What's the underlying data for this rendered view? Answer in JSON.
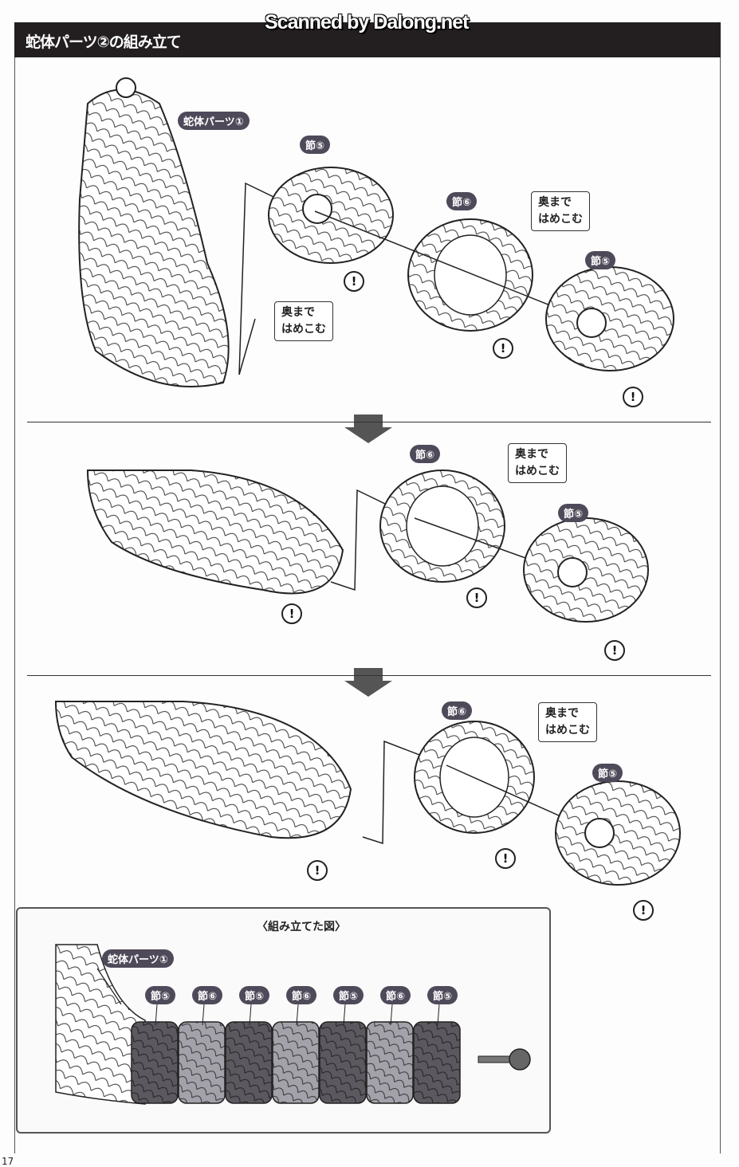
{
  "header": {
    "title": "蛇体パーツ②の組み立て",
    "watermark": "Scanned by Dalong.net"
  },
  "steps": [
    {
      "labels": {
        "body": "蛇体パーツ①",
        "seg5a": "節⑤",
        "seg6": "節⑥",
        "seg5b": "節⑤"
      },
      "callouts": [
        [
          "奥まで",
          "はめこむ"
        ],
        [
          "奥まで",
          "はめこむ"
        ]
      ]
    },
    {
      "labels": {
        "seg6": "節⑥",
        "seg5": "節⑤"
      },
      "callouts": [
        [
          "奥まで",
          "はめこむ"
        ]
      ]
    },
    {
      "labels": {
        "seg6": "節⑥",
        "seg5": "節⑤"
      },
      "callouts": [
        [
          "奥まで",
          "はめこむ"
        ]
      ]
    }
  ],
  "warning_symbol": "!",
  "assembled": {
    "title": "〈組み立てた図〉",
    "body_label": "蛇体パーツ①",
    "segments": [
      "節⑤",
      "節⑥",
      "節⑤",
      "節⑥",
      "節⑤",
      "節⑥",
      "節⑤"
    ],
    "colors": {
      "seg5": "#5c5860",
      "seg6": "#a3a2aa"
    }
  },
  "page_number": "17"
}
